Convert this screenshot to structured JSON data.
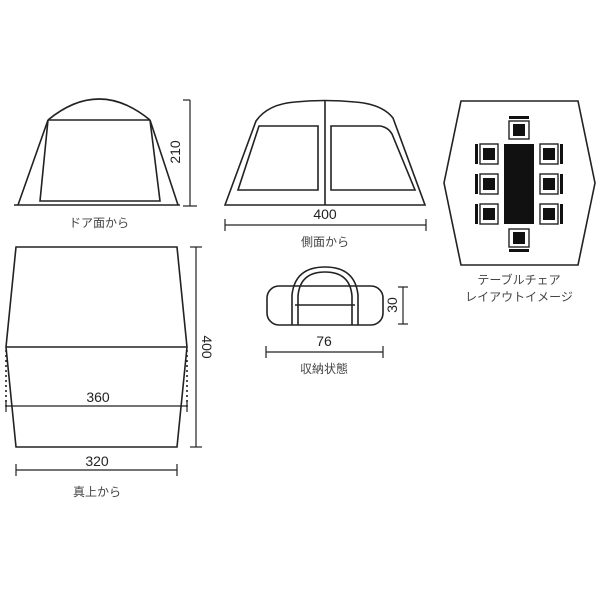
{
  "views": {
    "door": {
      "caption": "ドア面から",
      "dimensions": {
        "height": "210"
      }
    },
    "side": {
      "caption": "側面から",
      "dimensions": {
        "width": "400"
      }
    },
    "layout": {
      "caption_line1": "テーブルチェア",
      "caption_line2": "レイアウトイメージ",
      "table_count": 1,
      "chair_count": 8
    },
    "top": {
      "caption": "真上から",
      "dimensions": {
        "depth": "400",
        "mid_width": "360",
        "base_width": "320"
      }
    },
    "storage": {
      "caption": "収納状態",
      "dimensions": {
        "length": "76",
        "height": "30"
      }
    }
  },
  "colors": {
    "line": "#222222",
    "fill": "#111111",
    "caption": "#444444",
    "background": "#ffffff"
  }
}
